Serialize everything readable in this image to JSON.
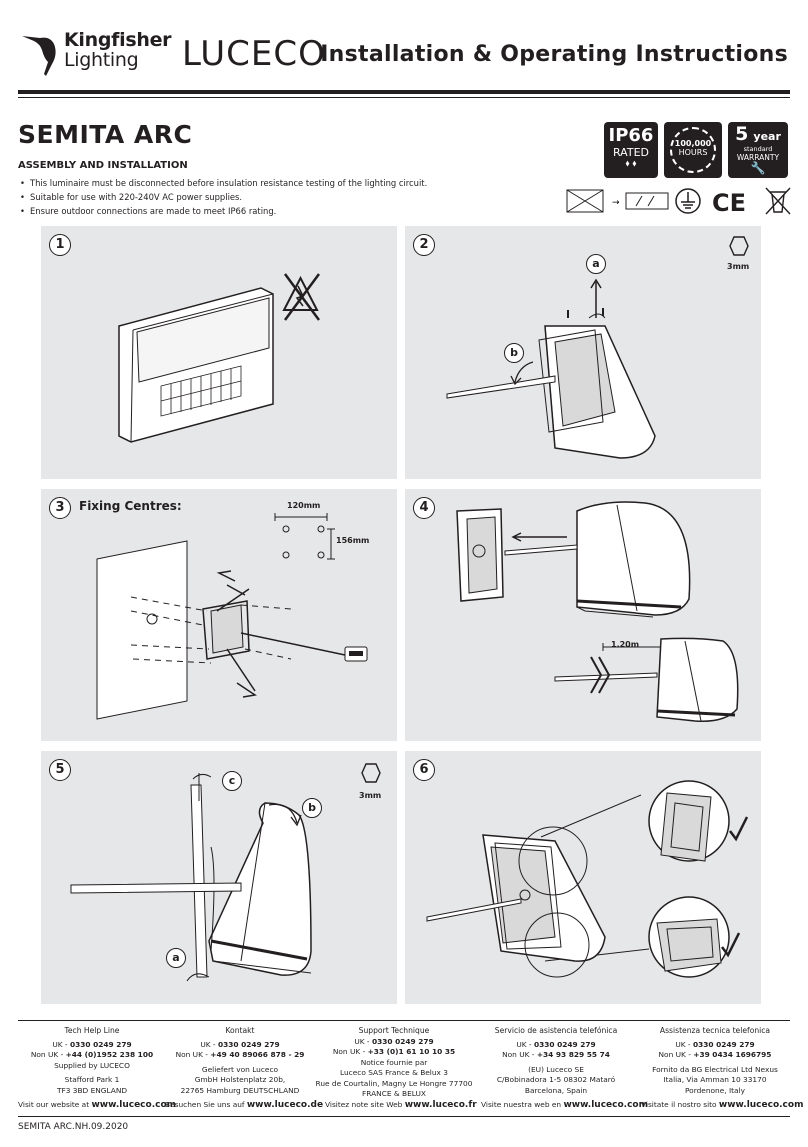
{
  "header": {
    "brand_line1": "Kingfisher",
    "brand_line2": "Lighting",
    "brand2": "LUCECO",
    "title": "Installation & Operating Instructions"
  },
  "product": {
    "name": "SEMITA ARC",
    "section": "ASSEMBLY AND INSTALLATION",
    "bullets": [
      "This luminaire must be disconnected before insulation resistance testing of the lighting circuit.",
      "Suitable for use with 220-240V AC power supplies.",
      "Ensure outdoor connections are made to meet IP66 rating."
    ]
  },
  "badges": {
    "ip_top": "IP66",
    "ip_bottom": "RATED",
    "hours_top": "100,000",
    "hours_bottom": "HOURS",
    "warranty_num": "5",
    "warranty_unit": "year",
    "warranty_mid": "standard",
    "warranty_bottom": "WARRANTY",
    "ce": "CE"
  },
  "steps": {
    "s1": "1",
    "s2": "2",
    "s3": "3",
    "s4": "4",
    "s5": "5",
    "s6": "6",
    "s2_hex": "3mm",
    "s2_a": "a",
    "s2_b": "b",
    "s3_title": "Fixing Centres:",
    "s3_w": "120mm",
    "s3_h": "156mm",
    "s4_len": "1.20m",
    "s5_hex": "3mm",
    "s5_a": "a",
    "s5_b": "b",
    "s5_c": "c"
  },
  "footer": {
    "cols": [
      {
        "h": "Tech Help Line",
        "l1a": "UK - ",
        "l1b": "0330 0249 279",
        "l2a": "Non UK - ",
        "l2b": "+44 (0)1952 238 100",
        "a1": "Supplied by LUCECO",
        "a2": "Stafford Park 1",
        "a3": "TF3 3BD ENGLAND",
        "a4": ""
      },
      {
        "h": "Kontakt",
        "l1a": "UK - ",
        "l1b": "0330 0249 279",
        "l2a": "Non UK - ",
        "l2b": "+49 40 89066 878 - 29",
        "a1": "Geliefert von Luceco",
        "a2": "GmbH Holstenplatz 20b,",
        "a3": "22765 Hamburg DEUTSCHLAND",
        "a4": ""
      },
      {
        "h": "Support Technique",
        "l1a": "UK - ",
        "l1b": "0330 0249 279",
        "l2a": "Non UK - ",
        "l2b": "+33 (0)1 61 10 10 35",
        "a1": "Notice fournie par",
        "a2": "Luceco SAS France & Belux 3",
        "a3": "Rue de Courtalin, Magny Le Hongre 77700",
        "a4": "FRANCE & BELUX"
      },
      {
        "h": "Servicio de asistencia telefónica",
        "l1a": "UK - ",
        "l1b": "0330 0249 279",
        "l2a": "Non UK - ",
        "l2b": "+34 93 829 55 74",
        "a1": "(EU) Luceco SE",
        "a2": "C/Bobinadora 1-5 08302 Mataró",
        "a3": "Barcelona, Spain",
        "a4": ""
      },
      {
        "h": "Assistenza tecnica telefonica",
        "l1a": "UK - ",
        "l1b": "0330 0249 279",
        "l2a": "Non UK - ",
        "l2b": "+39 0434 1696795",
        "a1": "Fornito da BG Electrical Ltd Nexus",
        "a2": "Italia, Via Amman 10 33170",
        "a3": "Pordenone, Italy",
        "a4": ""
      }
    ],
    "web": [
      {
        "pre": "Visit our website at ",
        "url": "www.luceco.com"
      },
      {
        "pre": "Besuchen Sie uns auf ",
        "url": "www.luceco.de"
      },
      {
        "pre": "Visitez note site Web ",
        "url": "www.luceco.fr"
      },
      {
        "pre": "Visite nuestra web en ",
        "url": "www.luceco.com"
      },
      {
        "pre": "Visitate il nostro sito ",
        "url": "www.luceco.com"
      }
    ],
    "code": "SEMITA ARC.NH.09.2020"
  }
}
